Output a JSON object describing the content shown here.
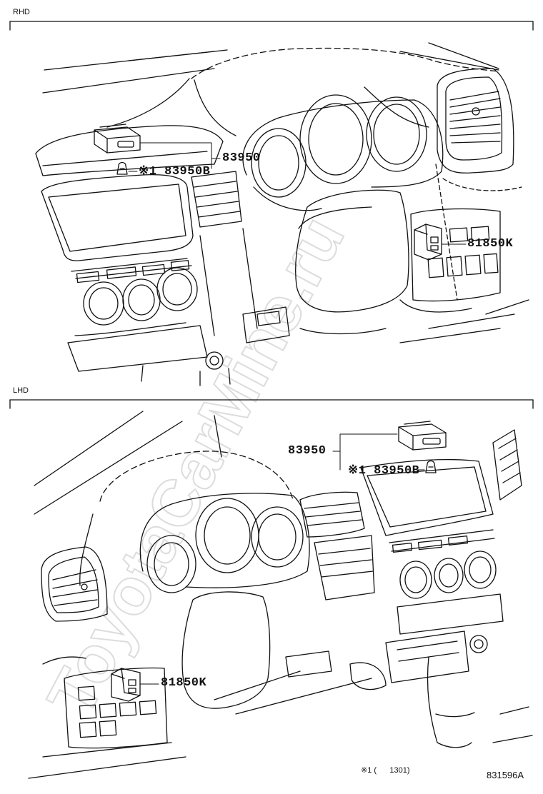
{
  "sections": {
    "rhd": {
      "label": "RHD"
    },
    "lhd": {
      "label": "LHD"
    }
  },
  "callouts": {
    "rhd_switch": "83950",
    "rhd_clip": "※1 83950B",
    "rhd_right_switch": "81850K",
    "lhd_switch": "83950",
    "lhd_clip": "※1 83950B",
    "lhd_left_switch": "81850K"
  },
  "footnote": "※1 (      1301)",
  "figure_id": "831596A",
  "watermark": "ToyotaCarMine.ru",
  "colors": {
    "line": "#111111",
    "watermark": "#dcdcdc"
  }
}
